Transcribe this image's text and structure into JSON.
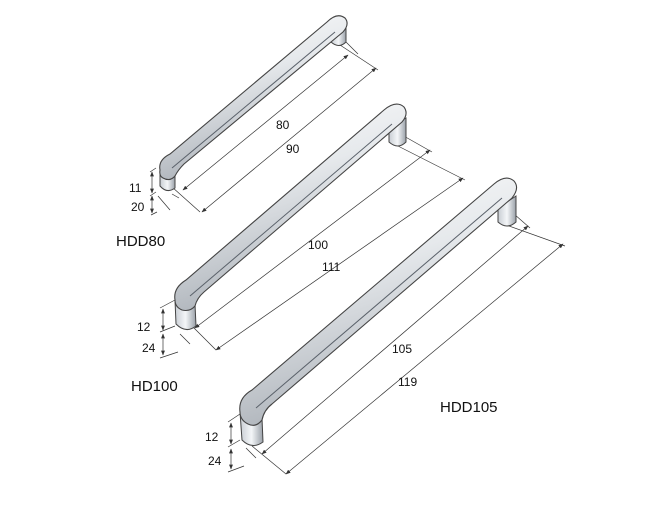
{
  "handles": [
    {
      "model": "HDD80",
      "dims": {
        "inner_length": "80",
        "outer_length": "90",
        "height": "11",
        "depth": "20"
      }
    },
    {
      "model": "HD100",
      "dims": {
        "inner_length": "100",
        "outer_length": "111",
        "height": "12",
        "depth": "24"
      }
    },
    {
      "model": "HDD105",
      "dims": {
        "inner_length": "105",
        "outer_length": "119",
        "height": "12",
        "depth": "24"
      }
    }
  ],
  "colors": {
    "handle_light": "#ffffff",
    "handle_mid": "#d2d7dc",
    "handle_dark": "#8a9098",
    "outline": "#444444",
    "dim_line": "#333333"
  }
}
